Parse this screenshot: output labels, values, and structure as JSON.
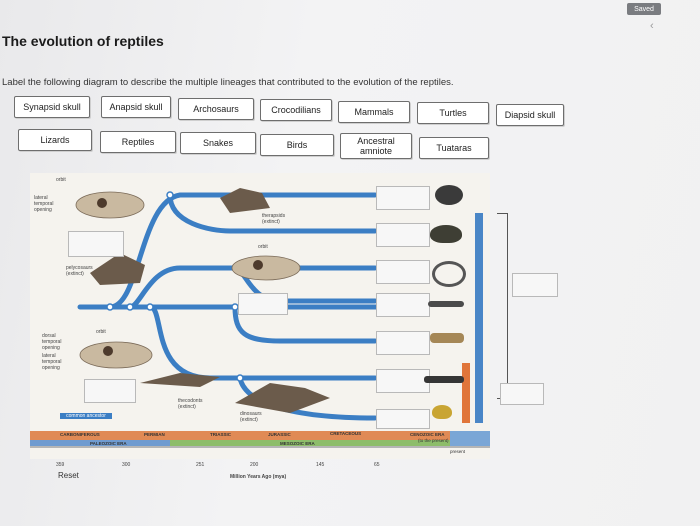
{
  "status": {
    "saved": "Saved"
  },
  "page": {
    "title": "The evolution of reptiles",
    "instruction": "Label the following diagram to describe the multiple lineages that contributed to the evolution of the reptiles."
  },
  "word_bank": {
    "row1": [
      "Synapsid skull",
      "Anapsid skull",
      "Archosaurs",
      "Crocodilians",
      "Mammals",
      "Turtles",
      "Diapsid skull"
    ],
    "row2": [
      "Lizards",
      "Reptiles",
      "Snakes",
      "Birds",
      "Ancestral amniote",
      "Tuataras"
    ]
  },
  "diagram": {
    "labels": {
      "orbit_top": "orbit",
      "lateral_temporal": "lateral temporal opening",
      "pelycosaurs": "pelycosaurs (extinct)",
      "therapsids": "therapsids (extinct)",
      "orbit_mid": "orbit",
      "orbit_lower": "orbit",
      "dorsal_temporal": "dorsal temporal opening",
      "lateral_temporal_2": "lateral temporal opening",
      "thecodonts": "thecodonts (extinct)",
      "dinosaurs": "dinosaurs (extinct)",
      "common_ancestor": "common ancestor"
    },
    "eras": {
      "carboniferous": "CARBONIFEROUS",
      "permian": "PERMIAN",
      "triassic": "TRIASSIC",
      "jurassic": "JURASSIC",
      "cretaceous": "CRETACEOUS",
      "cenozoic": "CENOZOIC ERA",
      "cenozoic_sub": "(to the present)",
      "paleozoic": "PALEOZOIC ERA",
      "mesozoic": "MESOZOIC ERA",
      "present": "present"
    },
    "axis": {
      "ticks": [
        "359",
        "300",
        "251",
        "200",
        "145",
        "65"
      ],
      "label": "Million Years Ago (mya)"
    }
  },
  "controls": {
    "reset": "Reset"
  },
  "colors": {
    "lineage_blue": "#3b7ec4",
    "bar_orange": "#e0753a",
    "bar_blue": "#4a86c6"
  }
}
